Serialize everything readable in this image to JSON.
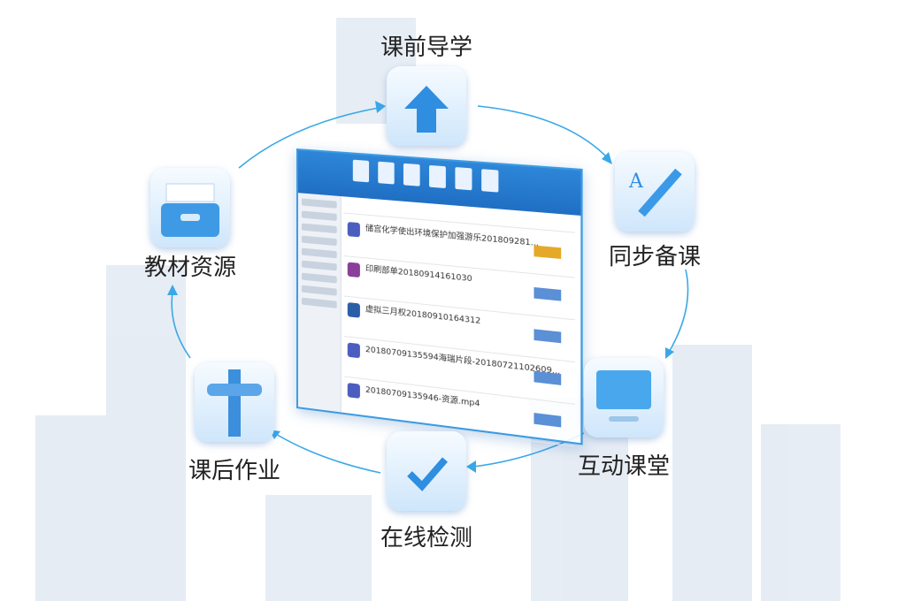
{
  "stages": [
    {
      "label": "课前导学",
      "icon": "upload-folder-icon"
    },
    {
      "label": "同步备课",
      "icon": "pencil-document-icon"
    },
    {
      "label": "互动课堂",
      "icon": "monitor-icon"
    },
    {
      "label": "在线检测",
      "icon": "checklist-clipboard-icon"
    },
    {
      "label": "课后作业",
      "icon": "schoolbag-icon"
    },
    {
      "label": "教材资源",
      "icon": "file-drawer-icon"
    }
  ],
  "window": {
    "files": [
      "储宫化学使出环境保护加强游乐2018092​81...",
      "印刷部单20180914161030",
      "虚拟三月权20180910164312",
      "20180709135594海瑞片段-20180721102609...",
      "20180709135946-资源.mp4"
    ]
  },
  "colors": {
    "accent": "#1f6fc4",
    "arrow": "#3aa8e8"
  }
}
